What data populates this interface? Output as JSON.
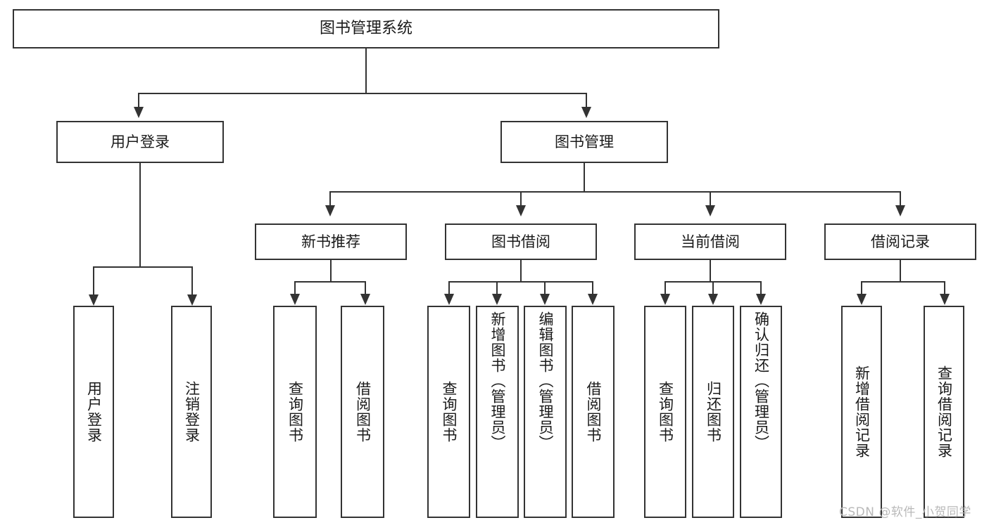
{
  "diagram": {
    "type": "tree-hierarchy",
    "title": "图书管理系统",
    "root": {
      "label": "图书管理系统"
    },
    "level2": [
      {
        "label": "用户登录"
      },
      {
        "label": "图书管理"
      }
    ],
    "level3": [
      {
        "label": "新书推荐"
      },
      {
        "label": "图书借阅"
      },
      {
        "label": "当前借阅"
      },
      {
        "label": "借阅记录"
      }
    ],
    "leaves": {
      "user_login": [
        {
          "label": "用户登录"
        },
        {
          "label": "注销登录"
        }
      ],
      "new_book_recommend": [
        {
          "label": "查询图书"
        },
        {
          "label": "借阅图书"
        }
      ],
      "book_borrow": [
        {
          "label": "查询图书"
        },
        {
          "label": "新增图书（管理员）"
        },
        {
          "label": "编辑图书（管理员）"
        },
        {
          "label": "借阅图书"
        }
      ],
      "current_borrow": [
        {
          "label": "查询图书"
        },
        {
          "label": "归还图书"
        },
        {
          "label": "确认归还（管理员）"
        }
      ],
      "borrow_record": [
        {
          "label": "新增借阅记录"
        },
        {
          "label": "查询借阅记录"
        }
      ]
    },
    "watermark": "CSDN @软件_小贺同学",
    "colors": {
      "stroke": "#333333",
      "fill": "#ffffff",
      "text": "#1a1a1a",
      "watermark": "#b9b9b9"
    }
  }
}
